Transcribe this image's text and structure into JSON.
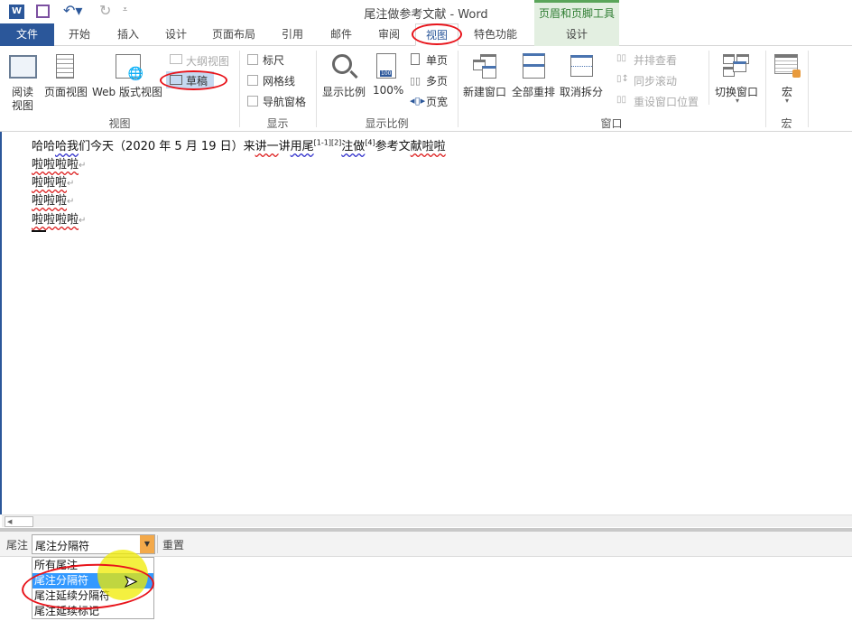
{
  "title_bar": {
    "title": "尾注做参考文献 - Word",
    "contextual_group": "页眉和页脚工具"
  },
  "tabs": [
    {
      "label": "文件"
    },
    {
      "label": "开始"
    },
    {
      "label": "插入"
    },
    {
      "label": "设计"
    },
    {
      "label": "页面布局"
    },
    {
      "label": "引用"
    },
    {
      "label": "邮件"
    },
    {
      "label": "审阅"
    },
    {
      "label": "视图",
      "active": true
    },
    {
      "label": "特色功能"
    },
    {
      "label": "设计"
    }
  ],
  "ribbon": {
    "views": {
      "label": "视图",
      "read_mode": "阅读\n视图",
      "read_1": "阅读",
      "read_2": "视图",
      "print_layout": "页面视图",
      "web_layout": "Web 版式视图",
      "outline": "大纲视图",
      "draft": "草稿"
    },
    "show": {
      "label": "显示",
      "ruler": "标尺",
      "gridlines": "网格线",
      "nav_pane": "导航窗格"
    },
    "zoom": {
      "label": "显示比例",
      "zoom": "显示比例",
      "zoom100": "100%",
      "one_page": "单页",
      "multi_page": "多页",
      "page_width": "页宽"
    },
    "window": {
      "label": "窗口",
      "new_window": "新建窗口",
      "arrange_all": "全部重排",
      "remove_split": "取消拆分",
      "side_by_side": "并排查看",
      "sync_scroll": "同步滚动",
      "reset_pos": "重设窗口位置",
      "switch_windows": "切换窗口"
    },
    "macros": {
      "label": "宏",
      "macros": "宏"
    }
  },
  "document": {
    "line1_a": "哈哈",
    "line1_b": "哈我",
    "line1_c": "们",
    "line1_d": "今天（2020 年 5 月 19 日）来",
    "line1_e": "讲一",
    "line1_f": "讲",
    "line1_g": "用尾",
    "sup1": "[1-1][2]",
    "line1_h": "注做",
    "sup2": "[4]",
    "line1_i": "参考文",
    "line1_j": "献啦啦",
    "lines": [
      "啦啦啦啦",
      "啦啦啦",
      "啦啦啦",
      "啦啦啦啦"
    ]
  },
  "endnote_pane": {
    "label": "尾注",
    "selected": "尾注分隔符",
    "reset": "重置",
    "options": [
      "所有尾注",
      "尾注分隔符",
      "尾注延续分隔符",
      "尾注延续标记"
    ]
  },
  "colors": {
    "accent": "#2b579a",
    "contextual": "#e3efe1",
    "highlight": "#3399ff",
    "annotation": "#e8141b"
  }
}
